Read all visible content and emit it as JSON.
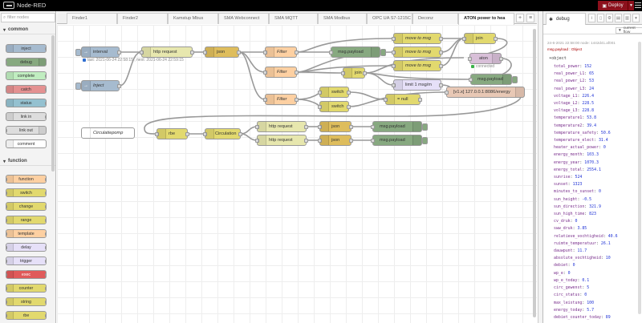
{
  "app": {
    "title": "Node-RED",
    "deploy_label": "Deploy"
  },
  "palette": {
    "filter_placeholder": "filter nodes",
    "categories": [
      {
        "name": "common",
        "nodes": [
          "inject",
          "debug",
          "complete",
          "catch",
          "status",
          "link in",
          "link out",
          "comment"
        ]
      },
      {
        "name": "function",
        "nodes": [
          "function",
          "switch",
          "change",
          "range",
          "template",
          "delay",
          "trigger",
          "exec",
          "counter",
          "string",
          "rbe"
        ]
      }
    ]
  },
  "tabs": [
    "Finder1",
    "Finder2",
    "Kamstup Mbus",
    "SMA Webconnect",
    "SMA MQTT",
    "SMA Modbus",
    "OPC UA S7-1215C",
    "Deconz",
    "ATON power to hea"
  ],
  "flow": {
    "nodes": {
      "interval": "interval",
      "interval_status": "last: 2021-06-24 22:58:15 , next: 2021-06-24 22:59:15",
      "inject": "Inject",
      "http1": "http request",
      "json1": "json",
      "filter1": "Filter",
      "filter2": "Filter",
      "filter3": "Filter",
      "msgpayload1": "msg.payload",
      "msgpayload2": "msg.payload",
      "msgpayload3": "msg.payload",
      "msgpayload4": "msg.payload",
      "move1": "move to msg",
      "move2": "move to msg",
      "move3": "move to msg",
      "join1": "join",
      "join2": "join",
      "aton": "aton",
      "aton_status": "connected",
      "limit": "limit 1 msg/m",
      "switch1": "switch",
      "switch2": "switch",
      "null": "= null",
      "influx": "[v1.x] 127.0.0.1:8086/energy",
      "comment": "Circulatiepomp",
      "rbe": "rbe",
      "circulation": "Circulation",
      "http2": "http request",
      "http3": "http request",
      "json2": "json",
      "json3": "json"
    }
  },
  "sidebar": {
    "tab": "debug",
    "current_flow": "current flow",
    "msg_meta": "24-6-2021 22:58:00   node: 1442d41.af001",
    "msg_meta2": "msg.payload : Object",
    "object_label": "▾object",
    "props": [
      [
        "total_power",
        "152"
      ],
      [
        "real_power_L1",
        "65"
      ],
      [
        "real_power_L2",
        "53"
      ],
      [
        "real_power_L3",
        "24"
      ],
      [
        "voltage_L1",
        "226.4"
      ],
      [
        "voltage_L2",
        "228.5"
      ],
      [
        "voltage_L3",
        "228.8"
      ],
      [
        "temperature1",
        "53.8"
      ],
      [
        "temperature2",
        "39.4"
      ],
      [
        "temperature_safety",
        "50.6"
      ],
      [
        "temperature_elect",
        "31.4"
      ],
      [
        "heater_actual_power",
        "0"
      ],
      [
        "energy_month",
        "103.3"
      ],
      [
        "energy_year",
        "1070.3"
      ],
      [
        "energy_total",
        "2554.1"
      ],
      [
        "sunrise",
        "524"
      ],
      [
        "sunset",
        "1323"
      ],
      [
        "minutes_to_sunset",
        "0"
      ],
      [
        "sun_height",
        "-0.5"
      ],
      [
        "sun_direction",
        "321.9"
      ],
      [
        "sun_high_time",
        "823"
      ],
      [
        "cv_druk",
        "0"
      ],
      [
        "sww_druk",
        "3.85"
      ],
      [
        "relatieve_vochtigheid",
        "40.6"
      ],
      [
        "ruimte_temperatuur",
        "26.1"
      ],
      [
        "dauwpunt",
        "11.7"
      ],
      [
        "absolute_vochtigheid",
        "10"
      ],
      [
        "debiet",
        "0"
      ],
      [
        "wp_e",
        "0"
      ],
      [
        "wp_e_today",
        "0.1"
      ],
      [
        "circ_gewenst",
        "5"
      ],
      [
        "circ_status",
        "0"
      ],
      [
        "max_leistung",
        "100"
      ],
      [
        "energy_today",
        "5.7"
      ],
      [
        "debiet_counter_today",
        "89"
      ]
    ]
  },
  "colors": {
    "header": "#000000",
    "deploy": "#8c101c",
    "inject": "#a6bbcf",
    "debug": "#87a980",
    "http": "#e7e7ae",
    "function": "#fdd0a2",
    "switch": "#e2d96e",
    "json": "#debd5c",
    "rbe": "#e2d96e",
    "influx": "#e8c8b5",
    "limit": "#e6e0f8",
    "aton": "#d8bfd8"
  }
}
